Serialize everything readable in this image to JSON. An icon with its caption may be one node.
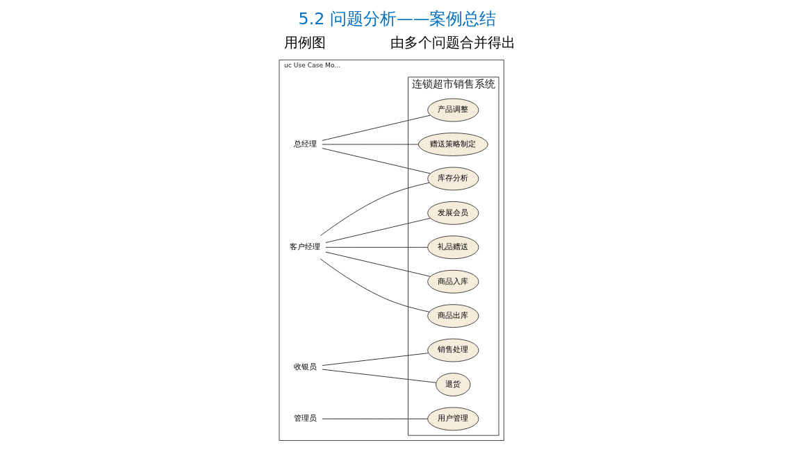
{
  "diagram": {
    "title": "5.2 问题分析——案例总结",
    "nodes": [
      {
        "text": [
          "uc Use Case Mo..."
        ]
      },
      {
        "text": [
          "连锁超市销售系统"
        ],
        "in": 0
      },
      {
        "text": [
          "产品调整"
        ],
        "in": 1
      },
      {
        "text": [
          "赠送策略制定"
        ],
        "in": 1
      },
      {
        "text": [
          "库存分析"
        ],
        "in": 1
      },
      {
        "text": [
          "发展会员"
        ],
        "in": 1
      },
      {
        "text": [
          "礼品赠送"
        ],
        "in": 1
      },
      {
        "text": [
          "商品入库"
        ],
        "in": 1
      },
      {
        "text": [
          "商品出库"
        ],
        "in": 1
      },
      {
        "text": [
          "销售处理"
        ],
        "in": 1
      },
      {
        "text": [
          "退货"
        ],
        "in": 1
      },
      {
        "text": [
          "用户管理"
        ],
        "in": 1
      },
      {
        "text": [
          "总经理"
        ],
        "in": 0
      },
      {
        "text": [
          "客户经理"
        ],
        "in": 0
      },
      {
        "text": [
          "收银员"
        ],
        "in": 0
      },
      {
        "text": [
          "管理员"
        ],
        "in": 0
      }
    ],
    "edges": [
      {
        "from": 12,
        "to": 2,
        "arrow": "none"
      },
      {
        "from": 12,
        "to": 3,
        "arrow": "none"
      },
      {
        "from": 12,
        "to": 4,
        "arrow": "none"
      },
      {
        "from": 13,
        "to": 4,
        "arrow": "none"
      },
      {
        "from": 13,
        "to": 5,
        "arrow": "none"
      },
      {
        "from": 13,
        "to": 6,
        "arrow": "none"
      },
      {
        "from": 13,
        "to": 7,
        "arrow": "none"
      },
      {
        "from": 13,
        "to": 8,
        "arrow": "none"
      },
      {
        "from": 14,
        "to": 9,
        "arrow": "none"
      },
      {
        "from": 14,
        "to": 10,
        "arrow": "none"
      },
      {
        "from": 15,
        "to": 11,
        "arrow": "none"
      }
    ],
    "labels": [
      "用例图",
      "由多个问题合并得出"
    ]
  }
}
